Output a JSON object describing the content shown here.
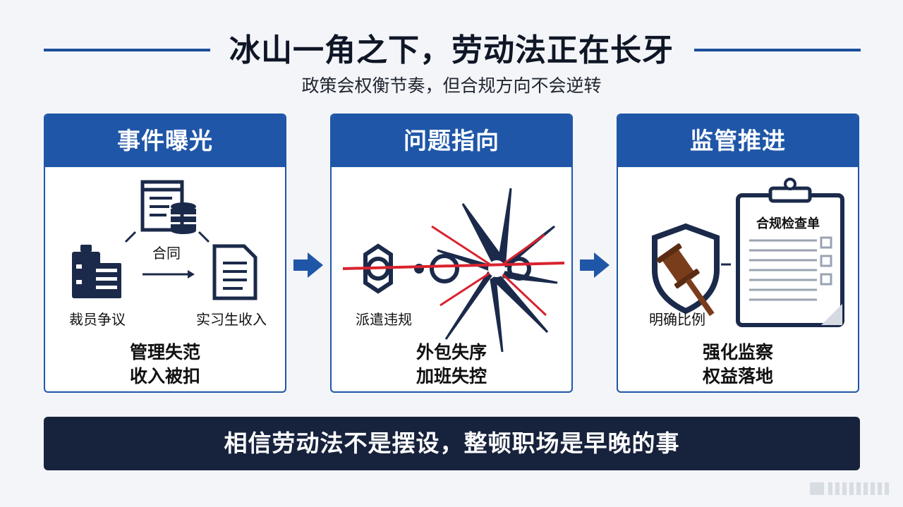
{
  "title": "冰山一角之下，劳动法正在长牙",
  "subtitle": "政策会权衡节奏，但合规方向不会逆转",
  "panels": [
    {
      "header": "事件曝光",
      "labels": {
        "contract": "合同",
        "layoff": "裁员争议",
        "intern": "实习生收入"
      },
      "outcome": [
        "管理失范",
        "收入被扣"
      ]
    },
    {
      "header": "问题指向",
      "labels": {
        "dispatch": "派遣违规"
      },
      "outcome": [
        "外包失序",
        "加班失控"
      ]
    },
    {
      "header": "监管推进",
      "labels": {
        "checklist": "合规检查单",
        "proportion": "明确比例"
      },
      "outcome": [
        "强化监察",
        "权益落地"
      ]
    }
  ],
  "banner": "相信劳动法不是摆设，整顿职场是早晚的事",
  "colors": {
    "primary": "#1f56a8",
    "dark": "#17223c",
    "icon": "#1b2a4a",
    "alert": "#d9232e",
    "gavel": "#7a3d1c"
  },
  "icons": [
    "document-database-icon",
    "briefcase-icon",
    "document-icon",
    "chain-break-icon",
    "shield-gavel-icon",
    "clipboard-icon",
    "arrow-right-icon"
  ]
}
